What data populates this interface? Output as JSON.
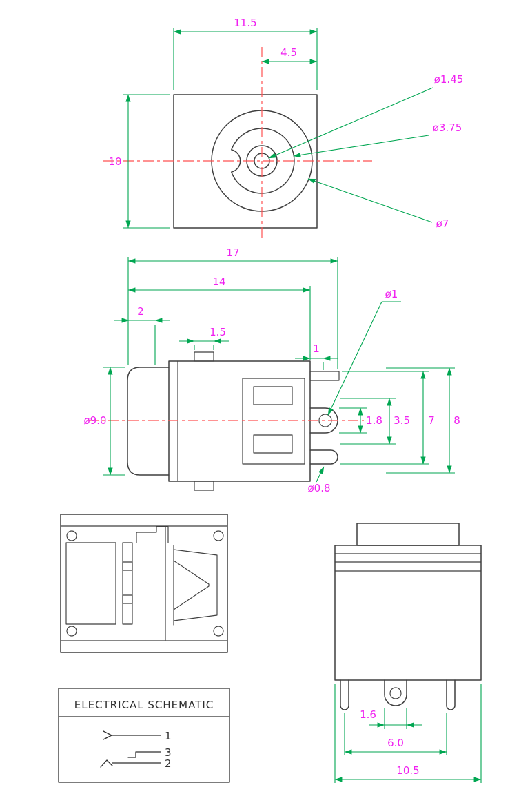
{
  "colors": {
    "outline": "#3f3f3f",
    "dim_line": "#00a651",
    "dim_text": "#f020f0",
    "centerline": "#ff5252",
    "schematic_ink": "#2f2f2f"
  },
  "top_view": {
    "dim_width": "11.5",
    "dim_center_offset": "4.5",
    "dim_height": "10",
    "leader_pin_dia": "ø1.45",
    "leader_inner_dia": "ø3.75",
    "leader_outer_dia": "ø7"
  },
  "side_view": {
    "dim_total_length": "17",
    "dim_body_length": "14",
    "dim_barrel_step": "2",
    "dim_tab_width": "1.5",
    "dim_pin_offset": "1",
    "leader_hole_dia": "ø1",
    "dim_barrel_dia": "ø9.0",
    "dim_lug_width": "1.8",
    "dim_inner_height": "3.5",
    "dim_pin_span": "7",
    "dim_body_height": "8",
    "leader_pin_dia": "ø0.8"
  },
  "front_view": {
    "dim_lug_width": "1.6",
    "dim_pin_spacing": "6.0",
    "dim_body_width": "10.5"
  },
  "schematic": {
    "title": "ELECTRICAL SCHEMATIC",
    "pin1_label": "1",
    "pin3_label": "3",
    "pin2_label": "2"
  }
}
